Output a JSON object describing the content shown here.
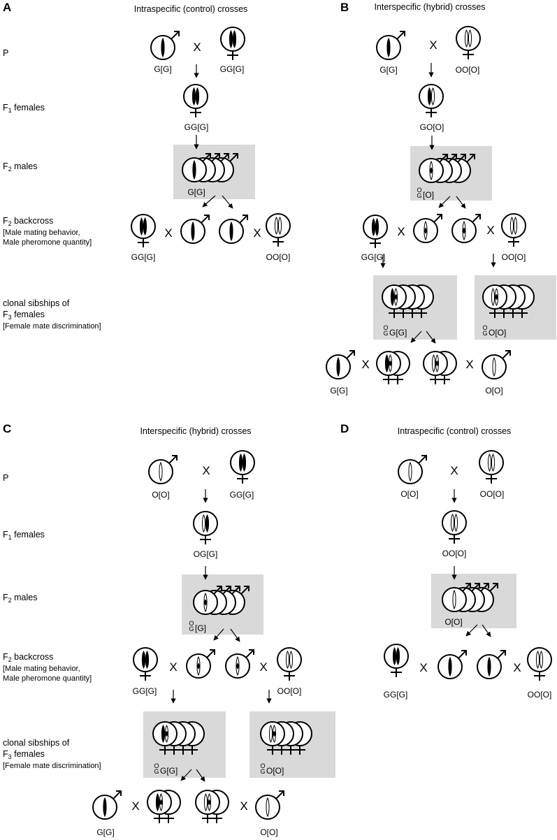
{
  "colors": {
    "outline": "#000000",
    "g_chromosome": "#000000",
    "o_chromosome": "#ffffff",
    "shade_box": "#d9d9d9"
  },
  "panels": {
    "A": {
      "letter": "A",
      "title": "Intraspecific (control) crosses",
      "row_p": "P",
      "row_f1": "F",
      "row_f1_sub": "1",
      "row_f1_rest": " females",
      "row_f2": "F",
      "row_f2_sub": "2",
      "row_f2_rest": " males",
      "row_bc": "F",
      "row_bc_sub": "2",
      "row_bc_rest": " backcross",
      "row_bc_note1": "[Male mating behavior,",
      "row_bc_note2": "Male pheromone quantity]",
      "row_f3_line1": "clonal sibships of",
      "row_f3_line2": "F",
      "row_f3_sub": "3",
      "row_f3_rest": " females",
      "row_f3_note": "[Female mate discrimination]",
      "cross": "X",
      "geno": {
        "p_male": "G[G]",
        "p_female": "GG[G]",
        "f1": "GG[G]",
        "f2": "G[G]",
        "bc_left_female": "GG[G]",
        "bc_right_female": "OO[O]"
      }
    },
    "B": {
      "letter": "B",
      "title": "Interspecific (hybrid) crosses",
      "cross": "X",
      "geno": {
        "p_male": "G[G]",
        "p_female": "OO[O]",
        "f1": "GO[O]",
        "f2_stack": [
          "O",
          "G"
        ],
        "f2_suffix": "[O]",
        "bc_left_female": "GG[G]",
        "bc_right_female": "OO[O]",
        "f3_left_stack": [
          "O",
          "G"
        ],
        "f3_left_suffix": "G[G]",
        "f3_right_stack": [
          "O",
          "G"
        ],
        "f3_right_suffix": "O[O]",
        "test_left_male": "G[G]",
        "test_right_male": "O[O]"
      }
    },
    "C": {
      "letter": "C",
      "title": "Interspecific (hybrid) crosses",
      "row_p": "P",
      "row_f1": "F",
      "row_f1_sub": "1",
      "row_f1_rest": " females",
      "row_f2": "F",
      "row_f2_sub": "2",
      "row_f2_rest": " males",
      "row_bc": "F",
      "row_bc_sub": "2",
      "row_bc_rest": " backcross",
      "row_bc_note1": "[Male mating behavior,",
      "row_bc_note2": "Male pheromone quantity]",
      "row_f3_line1": "clonal sibships of",
      "row_f3_line2": "F",
      "row_f3_sub": "3",
      "row_f3_rest": " females",
      "row_f3_note": "[Female mate discrimination]",
      "cross": "X",
      "geno": {
        "p_male": "O[O]",
        "p_female": "GG[G]",
        "f1": "OG[G]",
        "f2_stack": [
          "O",
          "G"
        ],
        "f2_suffix": "[G]",
        "bc_left_female": "GG[G]",
        "bc_right_female": "OO[O]",
        "f3_left_stack": [
          "O",
          "G"
        ],
        "f3_left_suffix": "G[G]",
        "f3_right_stack": [
          "O",
          "G"
        ],
        "f3_right_suffix": "O[O]",
        "test_left_male": "G[G]",
        "test_right_male": "O[O]"
      }
    },
    "D": {
      "letter": "D",
      "title": "Intraspecific (control) crosses",
      "cross": "X",
      "geno": {
        "p_male": "O[O]",
        "p_female": "OO[O]",
        "f1": "OO[O]",
        "f2": "O[O]",
        "bc_left_female": "GG[G]",
        "bc_right_female": "OO[O]"
      }
    }
  }
}
